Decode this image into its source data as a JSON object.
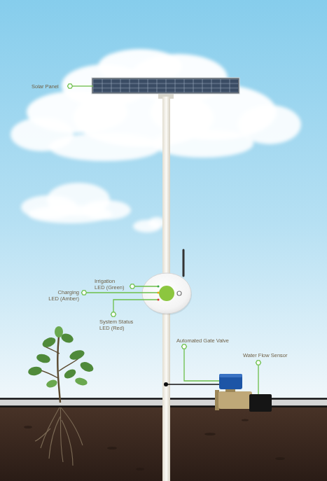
{
  "diagram": {
    "labels": [
      "Solar Panel",
      "Irrigation LED (Green)",
      "Charging LED (Amber)",
      "System Status LED (Red)",
      "Automated Gate Valve",
      "Water Flow Sensor"
    ]
  }
}
